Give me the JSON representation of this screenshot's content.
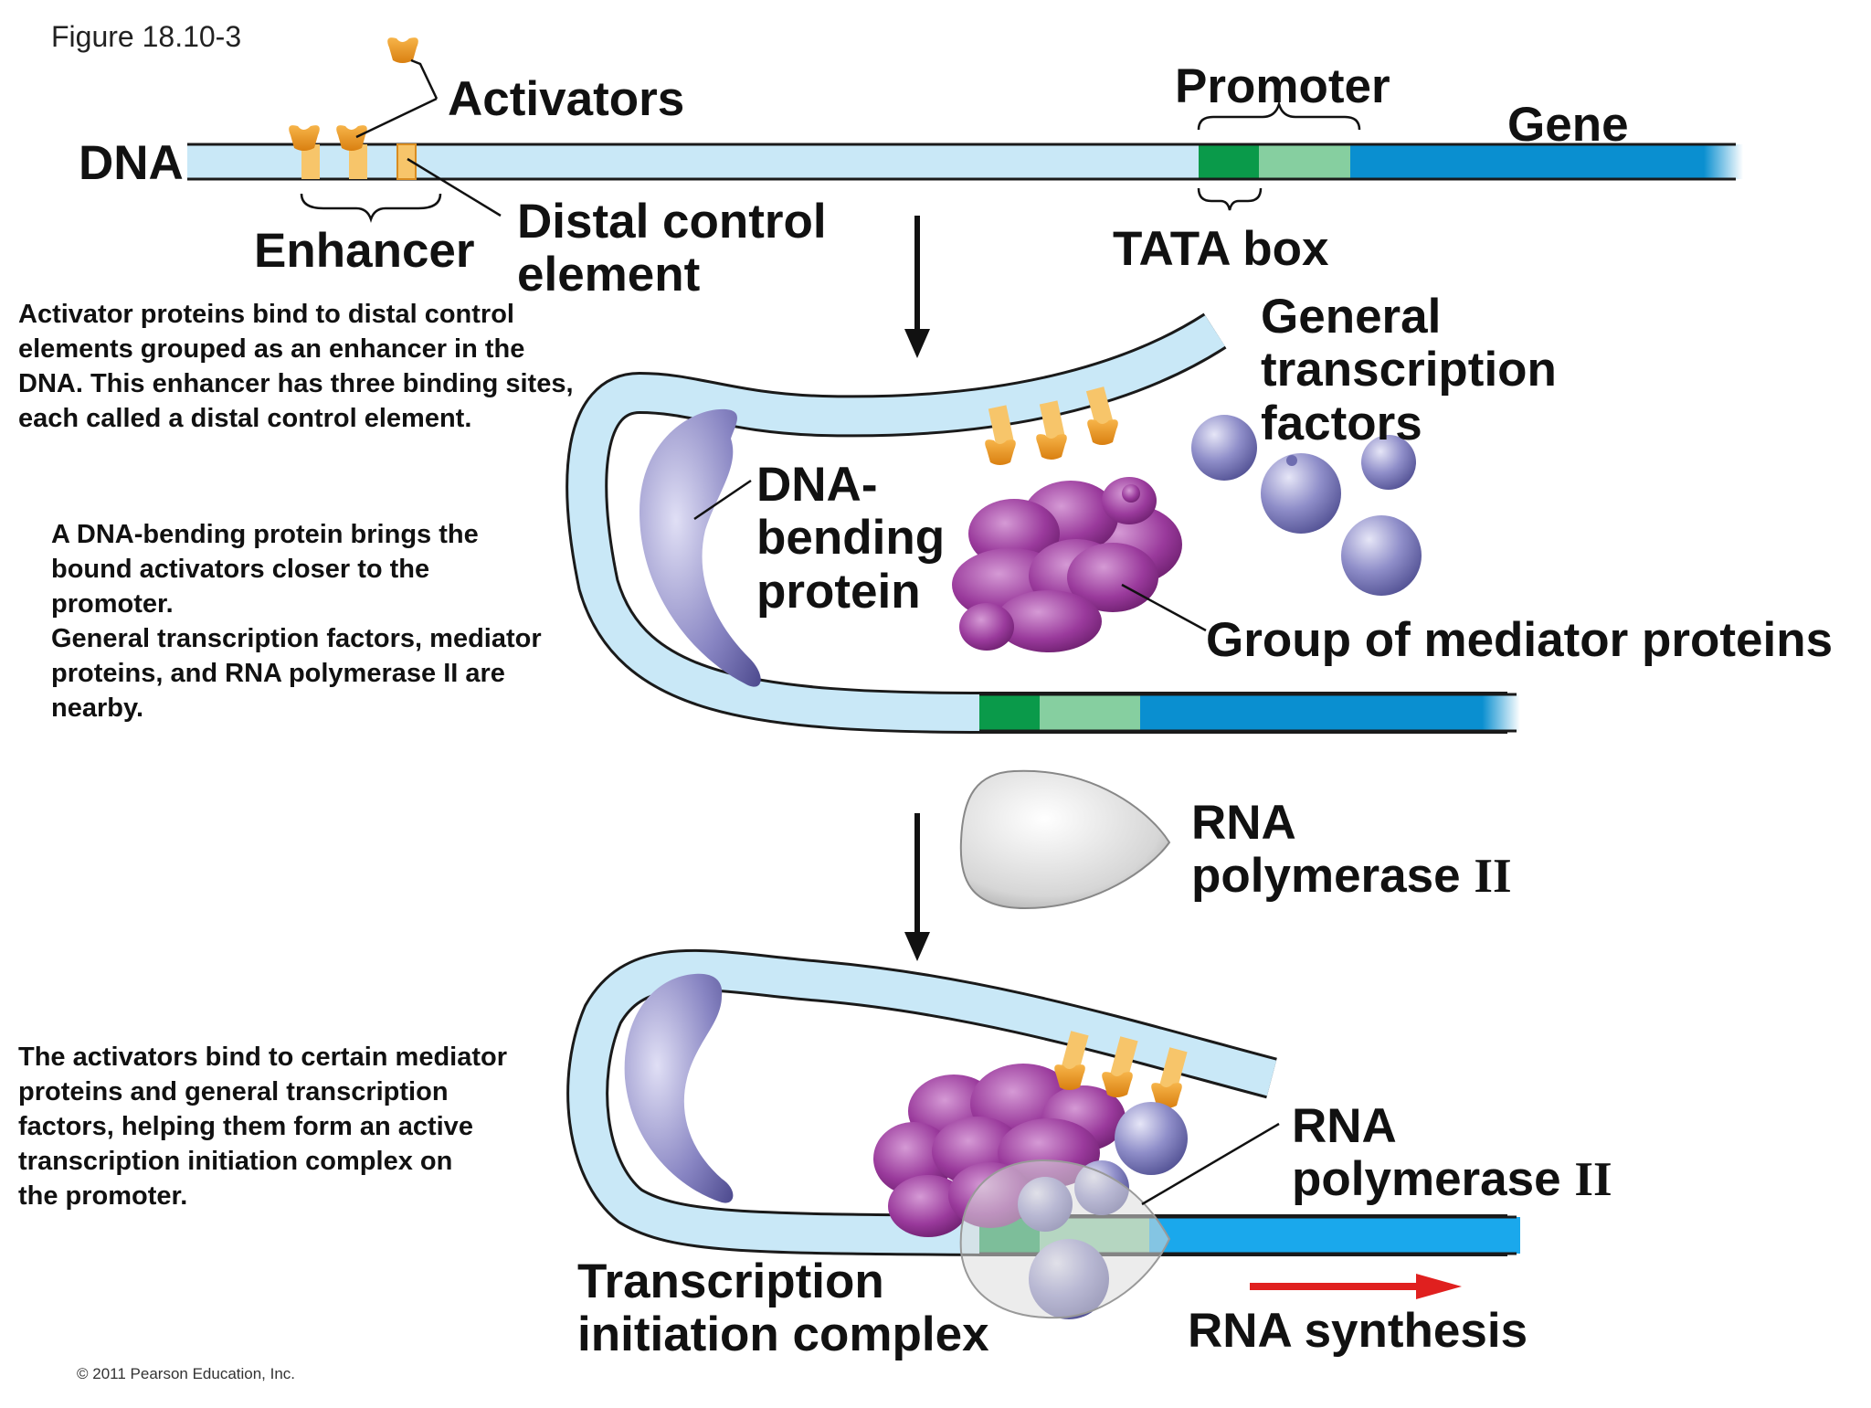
{
  "figure": "Figure 18.10-3",
  "copyright": "© 2011 Pearson Education, Inc.",
  "labels": {
    "dna": "DNA",
    "activators": "Activators",
    "enhancer": "Enhancer",
    "distal_control_element": "Distal control\nelement",
    "promoter": "Promoter",
    "gene": "Gene",
    "tata_box": "TATA box",
    "general_transcription_factors": "General\ntranscription\nfactors",
    "dna_bending_protein": "DNA-\nbending\nprotein",
    "mediator_group": "Group of mediator proteins",
    "rna_polymerase_word": "RNA",
    "rna_polymerase_line2": "polymerase ",
    "roman_two": "II",
    "transcription_initiation_complex": "Transcription\ninitiation complex",
    "rna_synthesis": "RNA synthesis"
  },
  "captions": {
    "step1": "Activator proteins bind to distal control\nelements grouped as an enhancer in the\nDNA. This enhancer has three binding sites,\neach called a distal control element.",
    "step2": "A DNA-bending protein brings the\nbound activators closer to the\npromoter.\nGeneral transcription factors, mediator\nproteins, and RNA polymerase II are\nnearby.",
    "step3": "The activators bind to certain mediator\nproteins and general transcription\nfactors, helping them form an active\ntranscription initiation complex on\nthe promoter."
  },
  "colors": {
    "dna_light": "#c9e8f7",
    "dna_outline": "#1a1a1a",
    "gene_blue": "#0a8fd0",
    "tata_green": "#0a9a4a",
    "promoter_green": "#86cfa0",
    "activator_orange": "#f5a623",
    "stalk_yellow": "#f7c56a",
    "bending_purple": "#7b78b8",
    "mediator_purple": "#8c2b8c",
    "gtf_purple": "#6e6db0",
    "polymerase_gray": "#d8d8d8",
    "arrow_red": "#e0201f"
  }
}
